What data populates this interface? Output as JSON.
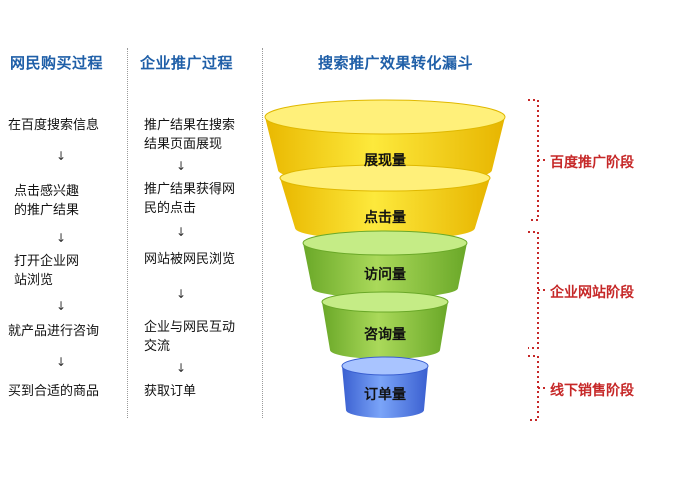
{
  "headers": {
    "col1": "网民购买过程",
    "col2": "企业推广过程",
    "col3": "搜索推广效果转化漏斗"
  },
  "col1_steps": [
    "在百度搜索信息",
    "点击感兴趣\n的推广结果",
    "打开企业网\n站浏览",
    "就产品进行咨询",
    "买到合适的商品"
  ],
  "col2_steps": [
    "推广结果在搜索\n结果页面展现",
    "推广结果获得网\n民的点击",
    "网站被网民浏览",
    "企业与网民互动\n交流",
    "获取订单"
  ],
  "funnel_stages": [
    "展现量",
    "点击量",
    "访问量",
    "咨询量",
    "订单量"
  ],
  "phases": [
    "百度推广阶段",
    "企业网站阶段",
    "线下销售阶段"
  ],
  "colors": {
    "header": "#1f5fa8",
    "phase": "#c62828",
    "yellow": "#f2d40a",
    "green": "#8ec63f",
    "blue": "#4f7ee8"
  }
}
